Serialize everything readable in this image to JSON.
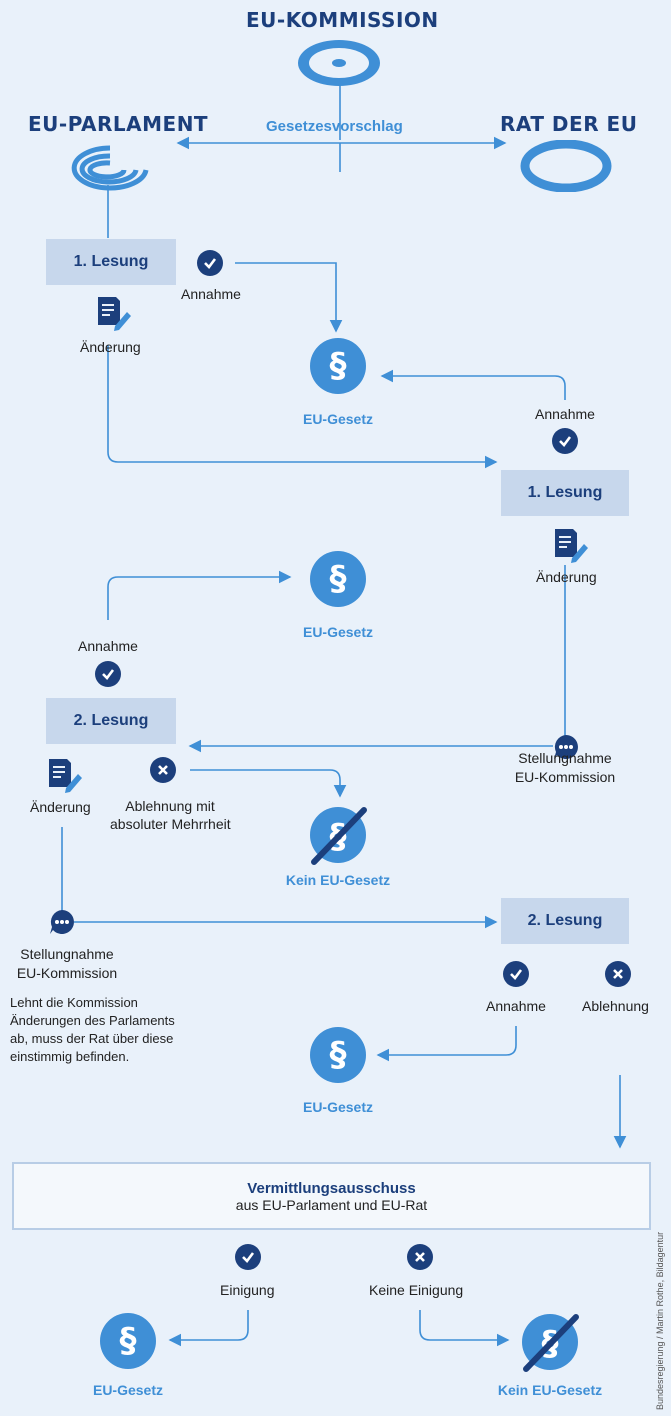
{
  "headings": {
    "commission": "EU-KOMMISSION",
    "parliament": "EU-PARLAMENT",
    "council": "RAT DER EU"
  },
  "proposal_label": "Gesetzesvorschlag",
  "stages": {
    "parliament_first_reading": "1. Lesung",
    "council_first_reading": "1. Lesung",
    "parliament_second_reading": "2. Lesung",
    "council_second_reading": "2. Lesung"
  },
  "labels": {
    "annahme": "Annahme",
    "aenderung": "Änderung",
    "ablehnung_absolute": [
      "Ablehnung mit",
      "absoluter Mehrrheit"
    ],
    "ablehnung": "Ablehnung",
    "stellungnahme": [
      "Stellungnahme",
      "EU-Kommission"
    ],
    "einigung": "Einigung",
    "keine_einigung": "Keine Einigung"
  },
  "outcomes": {
    "eu_gesetz": "EU-Gesetz",
    "kein_eu_gesetz": "Kein EU-Gesetz"
  },
  "note": [
    "Lehnt die Kommission",
    "Änderungen des Parlaments",
    "ab, muss der Rat über diese",
    "einstimmig befinden."
  ],
  "vermittlung": {
    "title": "Vermittlungsausschuss",
    "subtitle": "aus EU-Parlament und EU-Rat"
  },
  "credit": "Bundesregierung / Martin Rothe, Bildagentur",
  "colors": {
    "dark_blue": "#1c3f7c",
    "light_blue": "#3f8fd6",
    "box_fill": "#c7d7ec",
    "background": "#e9f1fa"
  },
  "icons": {
    "check": "check-circle-icon",
    "cross": "x-circle-icon",
    "document_edit": "document-edit-icon",
    "speech": "speech-bubble-icon",
    "paragraph": "paragraph-icon",
    "paragraph_crossed": "paragraph-crossed-icon"
  }
}
